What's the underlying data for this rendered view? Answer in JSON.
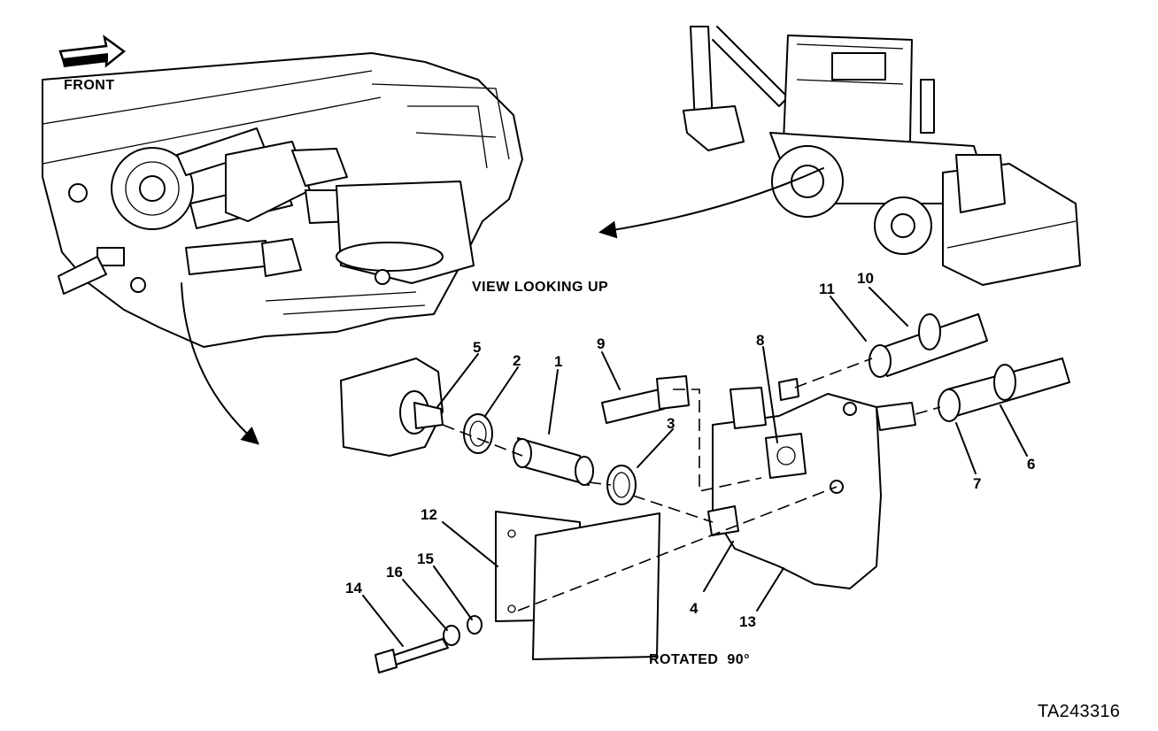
{
  "captions": {
    "front": "FRONT",
    "view_looking_up": "VIEW LOOKING UP",
    "rotated": "ROTATED  90°",
    "figure_id": "TA243316"
  },
  "callouts": [
    "1",
    "2",
    "3",
    "4",
    "5",
    "6",
    "7",
    "8",
    "9",
    "10",
    "11",
    "12",
    "13",
    "14",
    "15",
    "16"
  ],
  "icons": {
    "front_arrow": "front-arrow-icon",
    "backhoe_loader": "backhoe-loader-illustration",
    "engine_view": "engine-underside-illustration"
  }
}
